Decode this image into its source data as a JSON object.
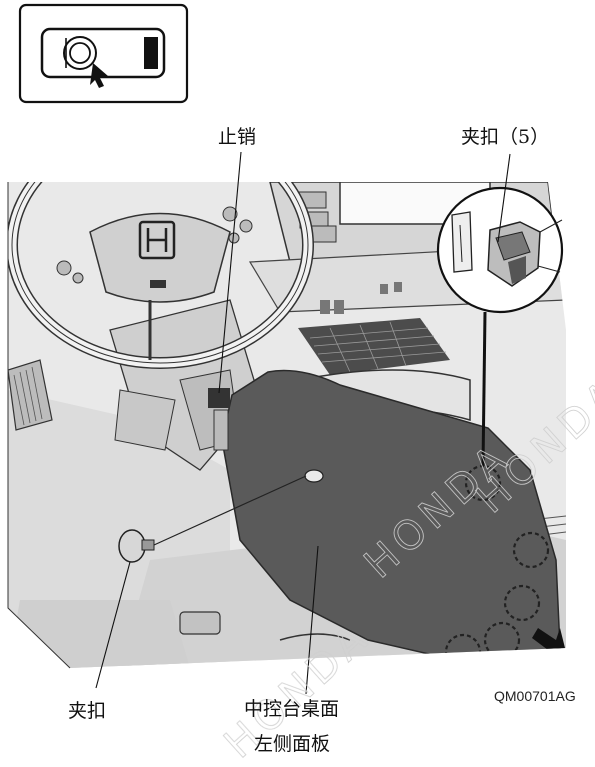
{
  "labels": {
    "stop_pin": "止销",
    "clip_5": "夹扣（5）",
    "clip": "夹扣",
    "panel_line1": "中控台桌面",
    "panel_line2": "左侧面板",
    "figure_code": "QM00701AG",
    "watermark": "HONDA"
  },
  "colors": {
    "panel": "#595959",
    "line": "#111111",
    "interior": "#e6e6e6"
  },
  "icons": {
    "vehicle_location": "vehicle-top-view-icon"
  }
}
